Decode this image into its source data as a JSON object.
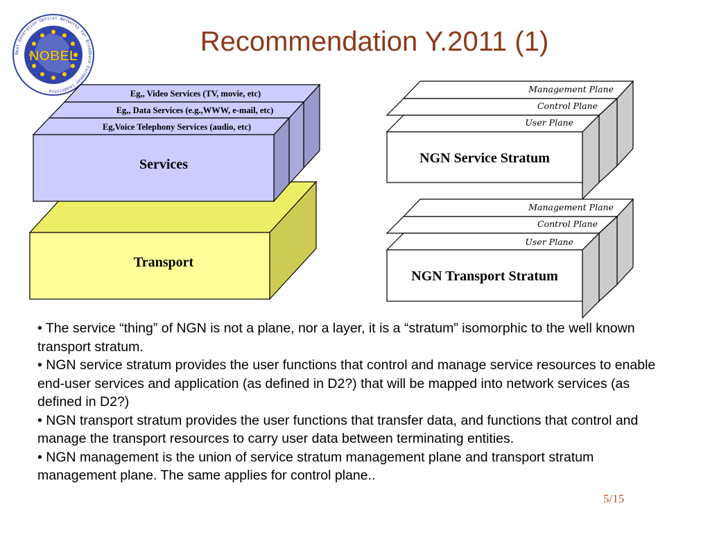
{
  "header": {
    "title": "Recommendation Y.2011 (1)",
    "logo": {
      "icon": "nobel-logo-icon",
      "text": "NOBEL",
      "ring_text": "Next Generation Optical Networks for Broadband European Leadership"
    }
  },
  "left_diagram": {
    "service_layers": [
      "Eg,, Video Services (TV, movie, etc)",
      "Eg,, Data Services (e.g.,WWW, e-mail, etc)",
      "Eg,Voice Telephony Services (audio, etc)"
    ],
    "services_label": "Services",
    "transport_label": "Transport"
  },
  "right_diagram": {
    "service_stratum": {
      "planes": [
        "Management Plane",
        "Control Plane",
        "User Plane"
      ],
      "label": "NGN Service Stratum"
    },
    "transport_stratum": {
      "planes": [
        "Management Plane",
        "Control Plane",
        "User Plane"
      ],
      "label": "NGN Transport Stratum"
    }
  },
  "bullets": [
    "• The service “thing” of NGN is not a plane, nor a layer, it is a “stratum” isomorphic to the well known transport stratum.",
    "• NGN service stratum provides the user functions that control and manage service resources to enable end-user services and application (as defined in D2?) that will be mapped into network services (as defined in D2?)",
    "• NGN transport stratum provides the user functions that transfer data, and functions that control and manage the transport resources to carry user data between terminating entities.",
    "• NGN management is the union of service stratum management plane and transport stratum management plane. The same applies for control plane.."
  ],
  "page_number": "5/15",
  "colors": {
    "title": "#8b3a1a",
    "services_fill": "#ccccff",
    "services_side": "#9999cc",
    "transport_fill": "#ffff99",
    "transport_top": "#eeee66",
    "transport_side": "#cccc55",
    "stratum_side": "#cccccc",
    "page_number": "#b8542a",
    "logo_blue": "#3344aa",
    "logo_yellow": "#ffcc00"
  }
}
